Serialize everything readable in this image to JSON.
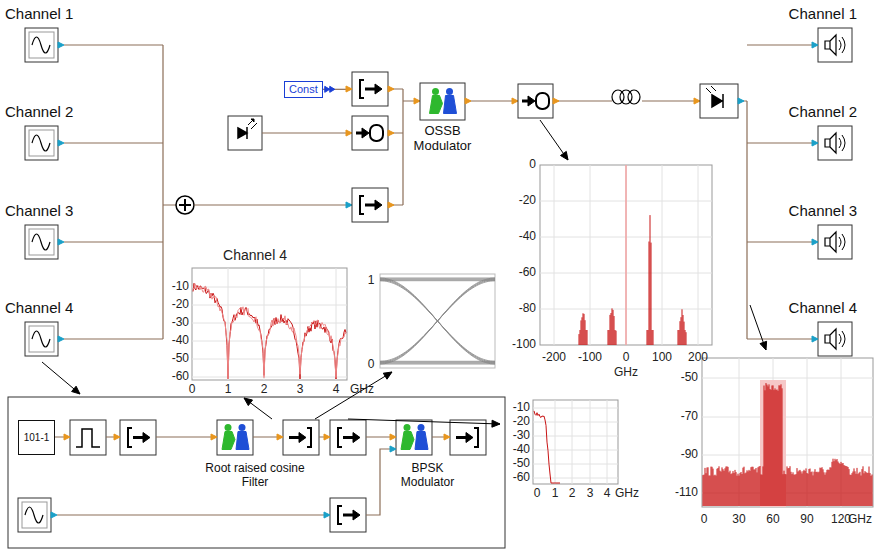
{
  "diagram": {
    "nodes": [
      {
        "text": [
          "Channel 1"
        ]
      },
      {
        "text": [
          "Channel 2"
        ]
      },
      {
        "text": [
          "Channel 3"
        ]
      },
      {
        "text": [
          "Channel 4"
        ]
      },
      {
        "text": [
          "Const"
        ]
      },
      {
        "text": [
          "OSSB Modulator"
        ]
      },
      {
        "text": [
          "Channel 1"
        ]
      },
      {
        "text": [
          "Channel 2"
        ]
      },
      {
        "text": [
          "Channel 3"
        ]
      },
      {
        "text": [
          "Channel 4"
        ]
      },
      {
        "text": [
          "101-1"
        ]
      },
      {
        "text": [
          "Root raised cosine Filter"
        ]
      },
      {
        "text": [
          "BPSK Modulator"
        ]
      }
    ],
    "labels": [
      "Channel 4",
      "-10",
      "-20",
      "-30",
      "-40",
      "-50",
      "-60",
      "0",
      "1",
      "2",
      "3",
      "4",
      "GHz",
      "1",
      "0",
      "0",
      "-20",
      "-40",
      "-60",
      "-80",
      "-100",
      "-200",
      "-100",
      "0",
      "100",
      "200",
      "GHz",
      "-10",
      "-20",
      "-30",
      "-40",
      "-50",
      "-60",
      "0",
      "1",
      "2",
      "3",
      "4",
      "GHz",
      "-50",
      "-70",
      "-90",
      "-110",
      "0",
      "30",
      "60",
      "90",
      "120",
      "GHz"
    ]
  }
}
